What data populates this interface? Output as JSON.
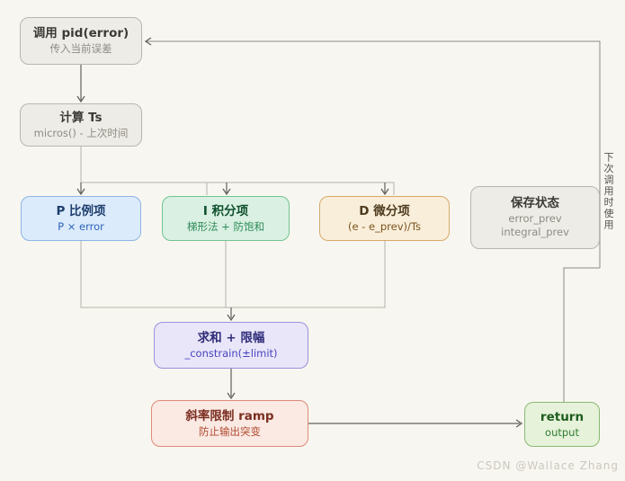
{
  "nodes": {
    "call": {
      "title": "调用 pid(error)",
      "subtitle": "传入当前误差"
    },
    "ts": {
      "title": "计算 Ts",
      "subtitle": "micros() - 上次时间"
    },
    "p": {
      "title": "P 比例项",
      "subtitle": "P × error"
    },
    "i": {
      "title": "I 积分项",
      "subtitle": "梯形法 + 防饱和"
    },
    "d": {
      "title": "D 微分项",
      "subtitle": "(e - e_prev)/Ts"
    },
    "save": {
      "title": "保存状态",
      "subtitle": "error_prev",
      "subtitle2": "integral_prev"
    },
    "sum": {
      "title": "求和 + 限幅",
      "subtitle": "_constrain(±limit)"
    },
    "ramp": {
      "title": "斜率限制 ramp",
      "subtitle": "防止输出突变"
    },
    "ret": {
      "title": "return",
      "subtitle": "output"
    }
  },
  "labels": {
    "feedback": "下次调用时使用",
    "watermark": "CSDN @Wallace Zhang"
  },
  "colors": {
    "background": "#f8f6f0",
    "neutral_fill": "#eeece6",
    "neutral_border": "#b8b6ae",
    "p_fill": "#dcebfb",
    "p_border": "#8cb4e6",
    "i_fill": "#d9f0e3",
    "i_border": "#72c492",
    "d_fill": "#f9eeda",
    "d_border": "#d7a96b",
    "sum_fill": "#e8e6f8",
    "sum_border": "#9a92dd",
    "ramp_fill": "#fbe9e3",
    "ramp_border": "#dd8a78",
    "return_fill": "#e6f2da",
    "return_border": "#8ab973",
    "edge_light": "#b3b1a9",
    "edge_dark": "#63615b"
  }
}
